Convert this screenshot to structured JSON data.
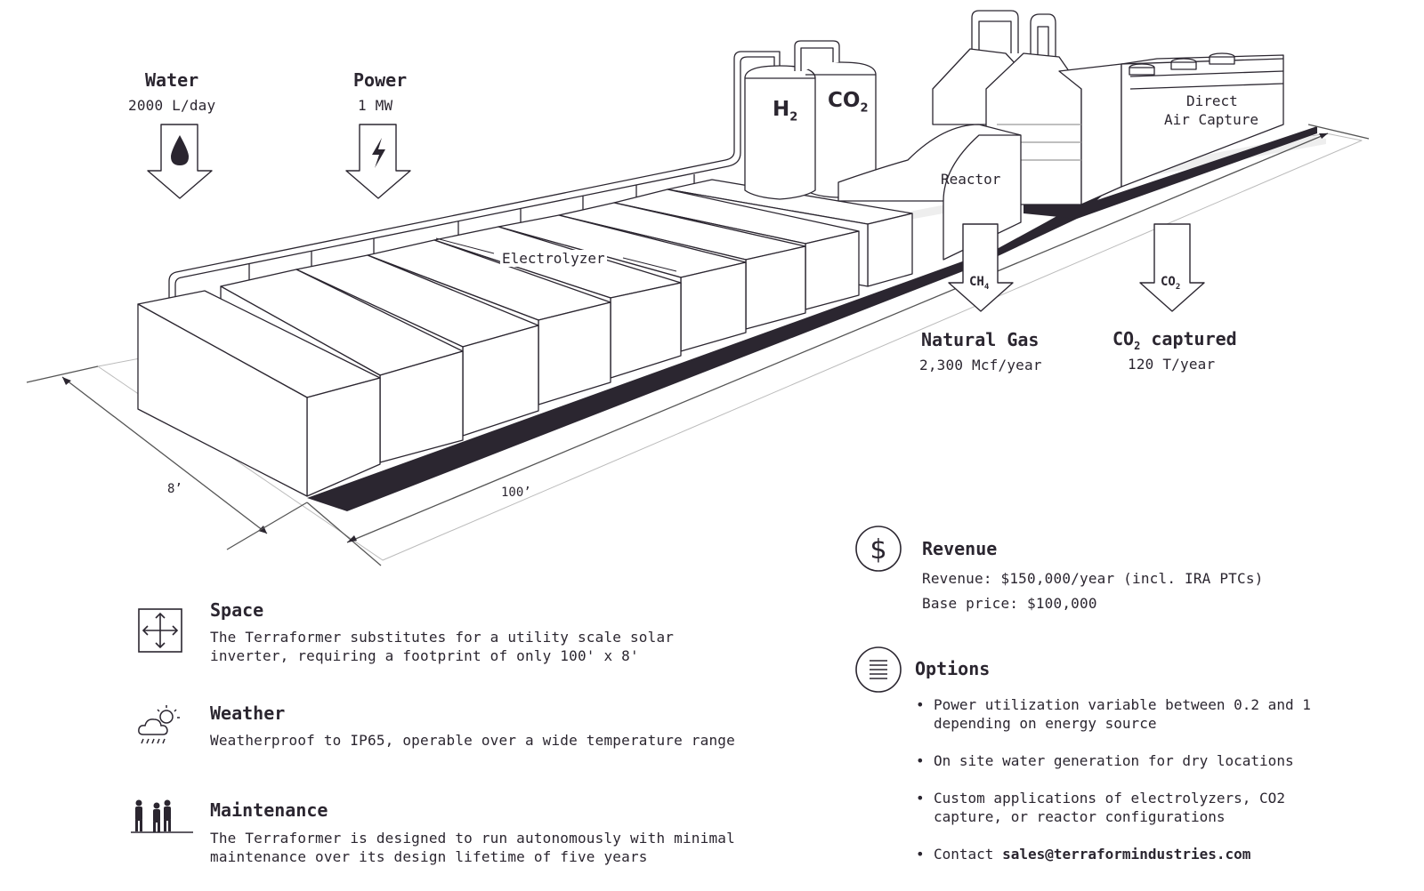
{
  "inputs": {
    "water": {
      "title": "Water",
      "value": "2000 L/day",
      "icon": "water-drop-icon"
    },
    "power": {
      "title": "Power",
      "value": "1 MW",
      "icon": "lightning-icon"
    }
  },
  "tanks": {
    "h2": {
      "main": "H",
      "sub": "2"
    },
    "co2": {
      "main": "CO",
      "sub": "2"
    }
  },
  "labels": {
    "electrolyzer": "Electrolyzer",
    "reactor": "Reactor",
    "dac_line1": "Direct",
    "dac_line2": "Air Capture",
    "dim_width": "8’",
    "dim_length": "100’"
  },
  "outputs": {
    "ch4_arrow": {
      "main": "CH",
      "sub": "4"
    },
    "co2_arrow": {
      "main": "CO",
      "sub": "2"
    },
    "natural_gas": {
      "title": "Natural Gas",
      "value": "2,300 Mcf/year"
    },
    "co2_captured": {
      "title_main": "CO",
      "title_sub": "2",
      "title_rest": " captured",
      "value": "120 T/year"
    }
  },
  "features": [
    {
      "title": "Space",
      "text": "The Terraformer substitutes for a utility scale solar inverter, requiring a footprint of only 100' x 8'",
      "icon": "footprint-arrows-icon"
    },
    {
      "title": "Weather",
      "text": "Weatherproof to IP65, operable over a wide temperature range",
      "icon": "weather-icon"
    },
    {
      "title": "Maintenance",
      "text": "The Terraformer is designed to run autonomously with minimal maintenance over its design lifetime of five years",
      "icon": "people-icon"
    }
  ],
  "revenue": {
    "title": "Revenue",
    "line1": "Revenue: $150,000/year (incl. IRA PTCs)",
    "line2": "Base price: $100,000",
    "icon": "dollar-icon"
  },
  "options": {
    "title": "Options",
    "icon": "list-icon",
    "items": [
      "Power utilization variable between 0.2 and 1 depending on energy source",
      "On site water generation for dry locations",
      "Custom applications of electrolyzers, CO2 capture, or reactor configurations"
    ],
    "contact_prefix": "Contact ",
    "contact_email": "sales@terraformindustries.com"
  }
}
